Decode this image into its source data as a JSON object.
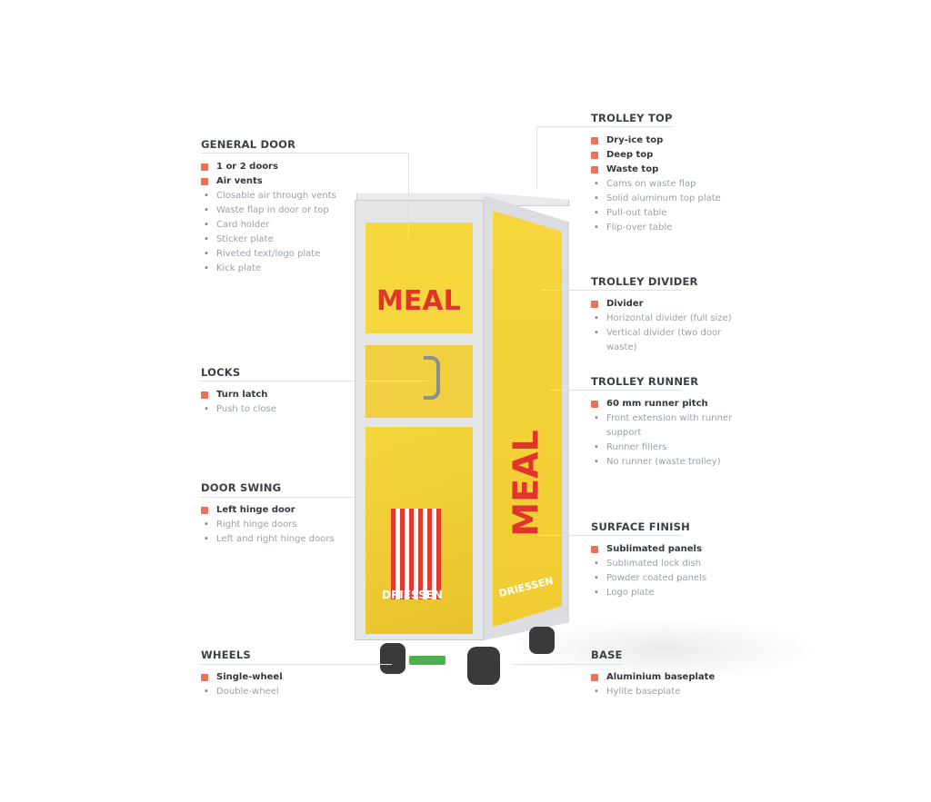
{
  "accent_color": "#e8735a",
  "product": {
    "panel_text": "MEAL",
    "brand_text": "DRIESSEN",
    "panel_color": "#f5d63d"
  },
  "sections": {
    "general_door": {
      "title": "GENERAL DOOR",
      "main": [
        "1 or 2 doors",
        "Air vents"
      ],
      "sub": [
        "Closable air through vents",
        "Waste flap in door or top",
        "Card holder",
        "Sticker plate",
        "Riveted text/logo plate",
        "Kick plate"
      ]
    },
    "locks": {
      "title": "LOCKS",
      "main": [
        "Turn latch"
      ],
      "sub": [
        "Push to close"
      ]
    },
    "door_swing": {
      "title": "DOOR SWING",
      "main": [
        "Left hinge door"
      ],
      "sub": [
        "Right hinge doors",
        "Left and right hinge doors"
      ]
    },
    "wheels": {
      "title": "WHEELS",
      "main": [
        "Single-wheel"
      ],
      "sub": [
        "Double-wheel"
      ]
    },
    "trolley_top": {
      "title": "TROLLEY TOP",
      "main": [
        "Dry-ice top",
        "Deep top",
        "Waste top"
      ],
      "sub": [
        "Cams on waste flap",
        "Solid aluminum top plate",
        "Pull-out table",
        "Flip-over table"
      ]
    },
    "trolley_divider": {
      "title": "TROLLEY DIVIDER",
      "main": [
        "Divider"
      ],
      "sub": [
        "Horizontal divider (full size)",
        "Vertical divider (two door waste)"
      ]
    },
    "trolley_runner": {
      "title": "TROLLEY RUNNER",
      "main": [
        "60 mm runner pitch"
      ],
      "sub": [
        "Front extension with runner support",
        "Runner fillers",
        "No runner (waste trolley)"
      ]
    },
    "surface_finish": {
      "title": "SURFACE FINISH",
      "main": [
        "Sublimated panels"
      ],
      "sub": [
        "Sublimated lock dish",
        "Powder coated panels",
        "Logo plate"
      ]
    },
    "base": {
      "title": "BASE",
      "main": [
        "Aluminium baseplate"
      ],
      "sub": [
        "Hylite baseplate"
      ]
    }
  }
}
